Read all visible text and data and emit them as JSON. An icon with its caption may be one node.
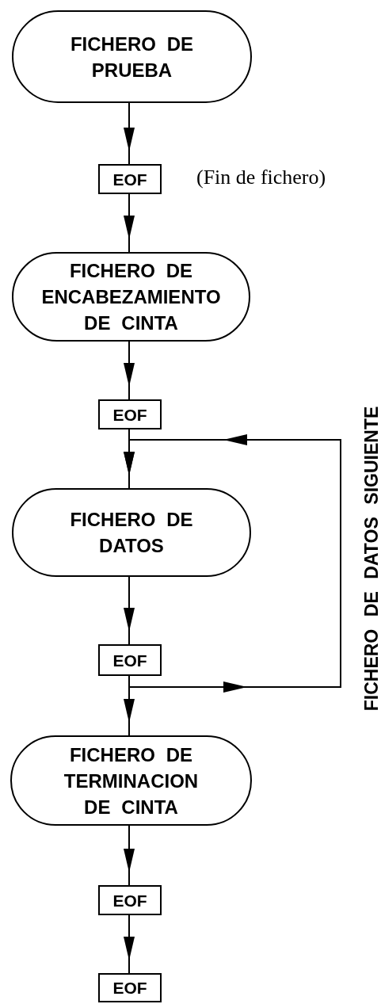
{
  "diagram": {
    "nodes": [
      {
        "text": [
          "FICHERO DE PRUEBA"
        ]
      },
      {
        "text": [
          "EOF"
        ],
        "beside": [
          "(Fin de fichero)"
        ]
      },
      {
        "text": [
          "FICHERO DE ENCABEZAMIENTO DE CINTA"
        ]
      },
      {
        "text": [
          "EOF"
        ]
      },
      {
        "text": [
          "FICHERO DE DATOS"
        ]
      },
      {
        "text": [
          "EOF"
        ]
      },
      {
        "text": [
          "FICHERO DE TERMINACION DE CINTA"
        ]
      },
      {
        "text": [
          "EOF"
        ]
      },
      {
        "text": [
          "EOF"
        ]
      }
    ],
    "edges": [
      {
        "from": 0,
        "to": 1,
        "arrow": "to"
      },
      {
        "from": 1,
        "to": 2,
        "arrow": "to"
      },
      {
        "from": 2,
        "to": 3,
        "arrow": "to"
      },
      {
        "from": 3,
        "to": 4,
        "arrow": "to"
      },
      {
        "from": 4,
        "to": 5,
        "arrow": "to"
      },
      {
        "from": 5,
        "to": 6,
        "arrow": "to"
      },
      {
        "from": 6,
        "to": 7,
        "arrow": "to"
      },
      {
        "from": 7,
        "to": 8,
        "arrow": "to"
      },
      {
        "from": 5,
        "to": 4,
        "arrow": "to",
        "label": "FICHERO DE DATOS SIGUIENTE"
      }
    ]
  }
}
